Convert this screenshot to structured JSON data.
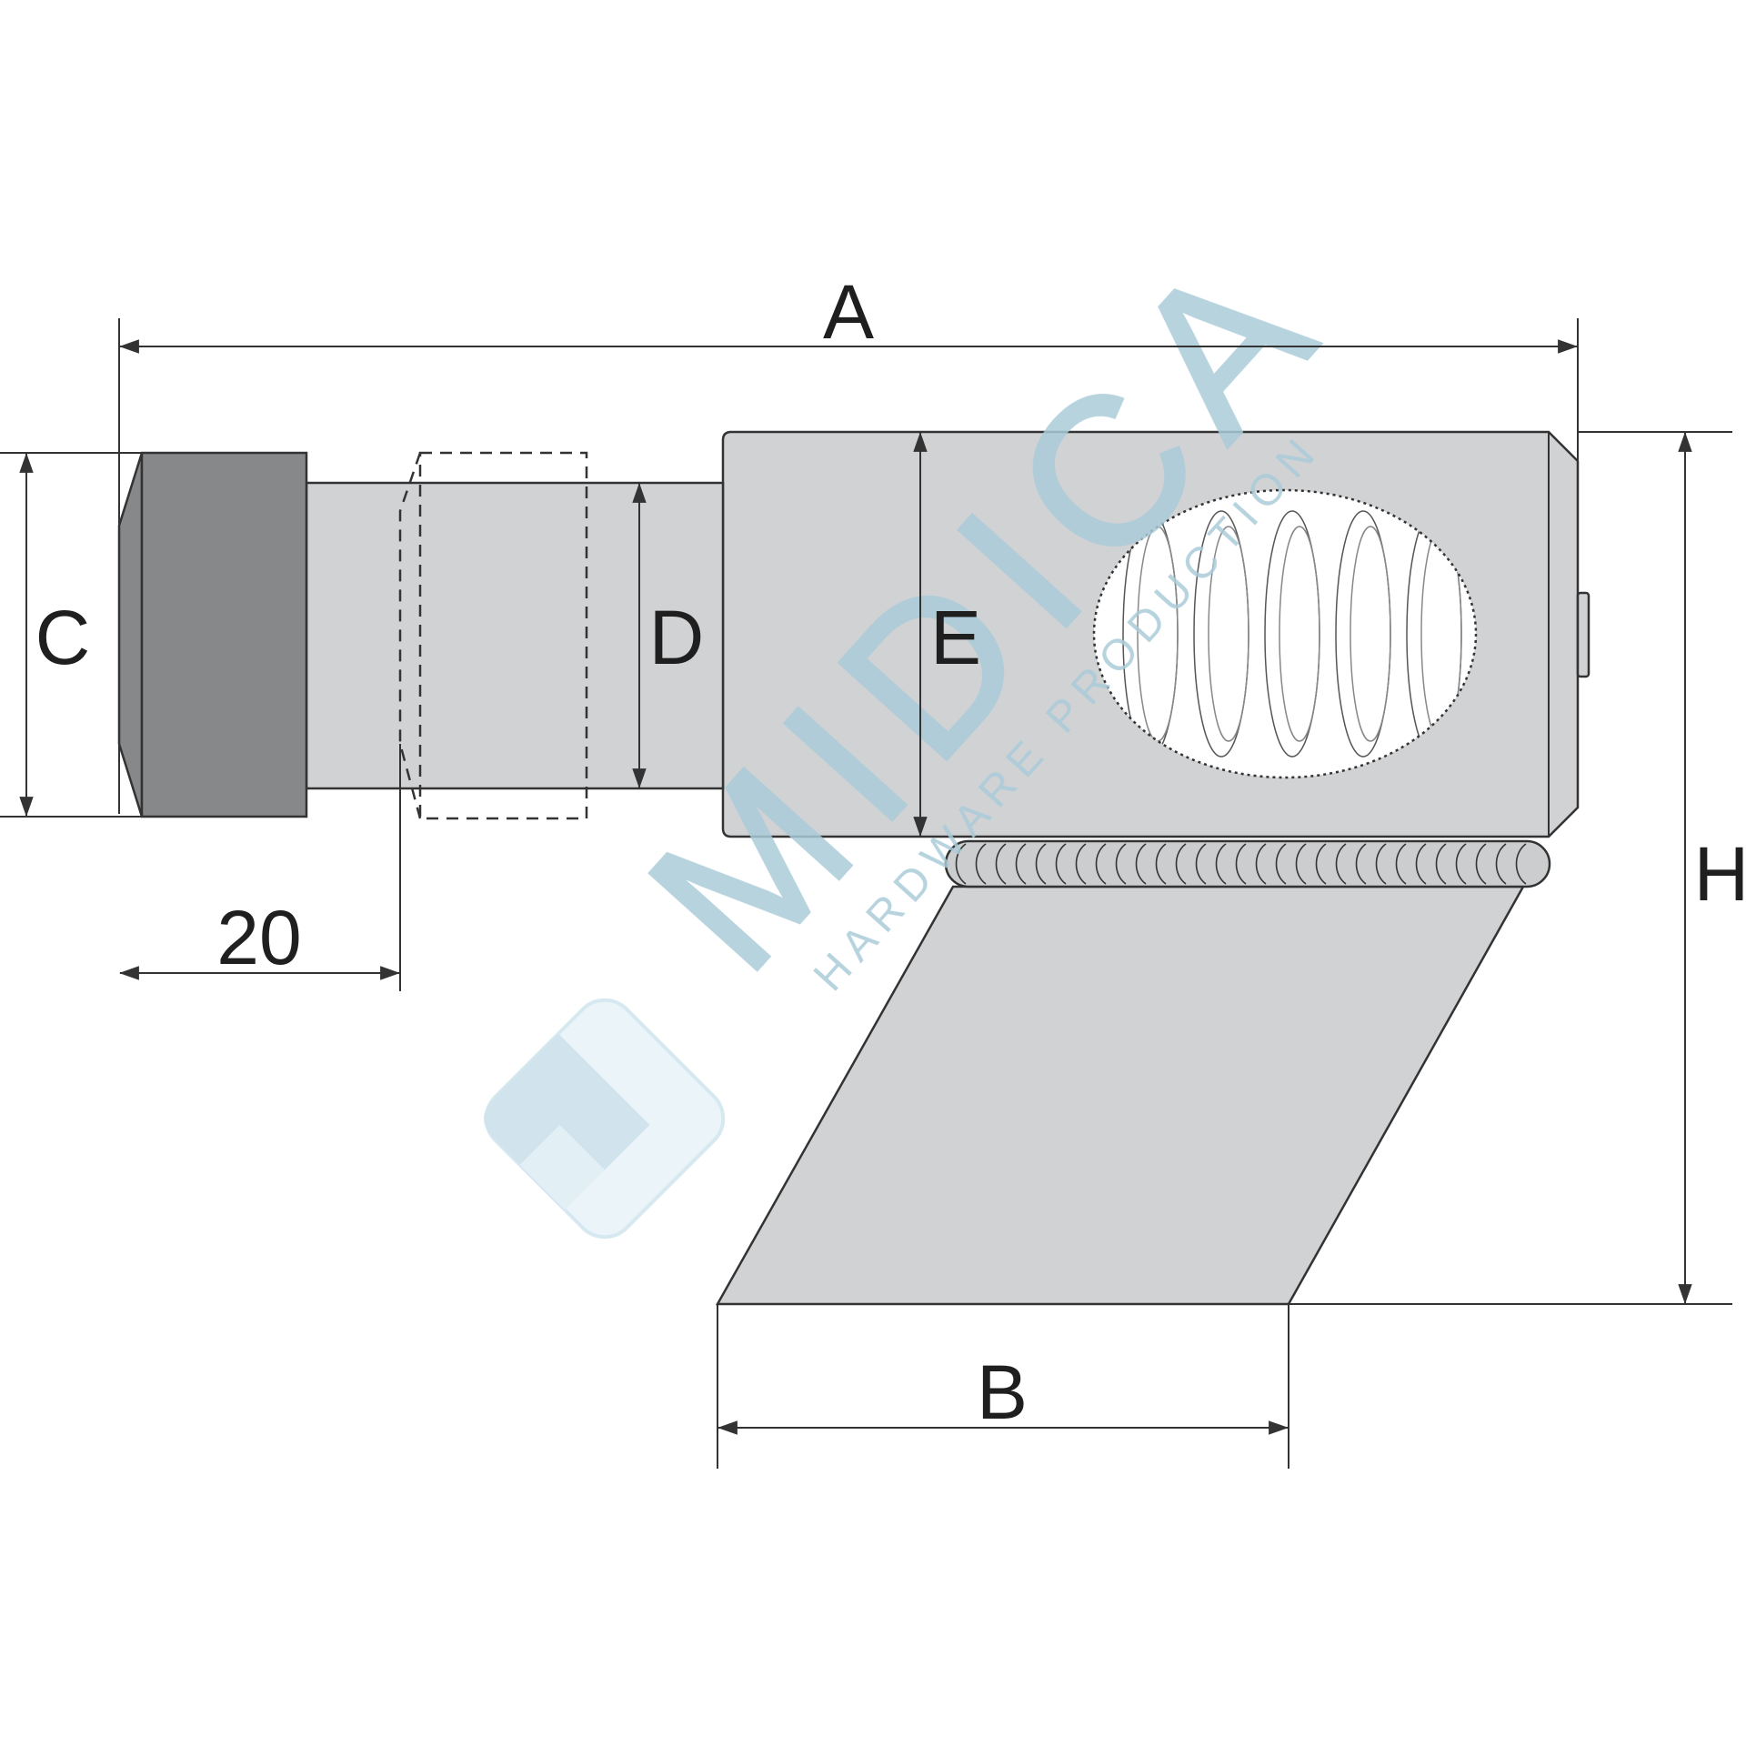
{
  "diagram": {
    "dimension_labels": {
      "A": "A",
      "B": "B",
      "C": "C",
      "D": "D",
      "E": "E",
      "H": "H",
      "left_length": "20"
    },
    "watermark": {
      "brand": "MIDICA",
      "tagline": "HARDWARE PRODUCTION"
    },
    "colors": {
      "outline": "#333333",
      "body_fill": "#d0d2d4",
      "cap_fill": "#87888a",
      "weld_fill": "#cbcdcf",
      "watermark": "#a9cbd9"
    }
  }
}
